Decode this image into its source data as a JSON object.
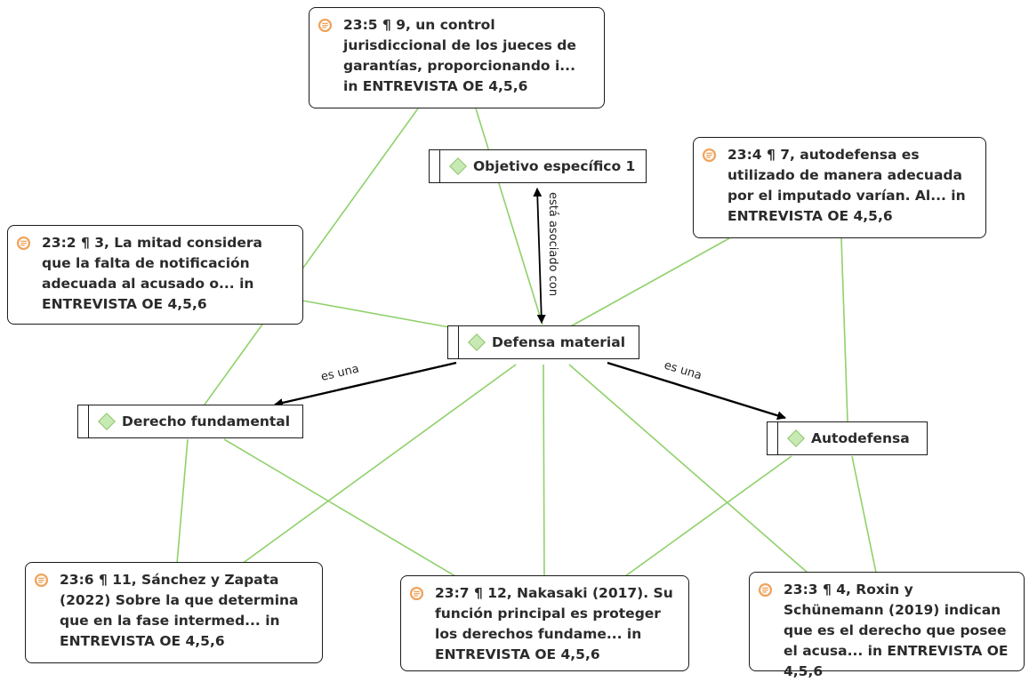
{
  "codes": {
    "objetivo": "Objetivo específico 1",
    "defensa": "Defensa material",
    "derecho": "Derecho fundamental",
    "autodefensa": "Autodefensa"
  },
  "quotes": {
    "q235": "23:5 ¶ 9, un control jurisdiccional de los jueces de garantías, proporcionando i... in ENTREVISTA OE 4,5,6",
    "q234": "23:4 ¶ 7, autodefensa es utilizado de manera adecuada por el imputado varían. Al... in ENTREVISTA OE 4,5,6",
    "q232": "23:2 ¶ 3, La mitad considera que la falta de notificación adecuada al acusado o... in ENTREVISTA OE 4,5,6",
    "q236": "23:6 ¶ 11, Sánchez y Zapata (2022) Sobre la que determina que en la fase intermed... in ENTREVISTA OE 4,5,6",
    "q237": "23:7 ¶ 12, Nakasaki (2017). Su función principal es proteger los derechos fundame... in ENTREVISTA OE 4,5,6",
    "q233": "23:3 ¶ 4, Roxin y Schünemann (2019) indican que es el derecho que posee el acusa... in ENTREVISTA OE 4,5,6"
  },
  "relations": {
    "asociado": "está asociado con",
    "es_una_left": "es una",
    "es_una_right": "es una"
  },
  "colors": {
    "link": "#8fd16a",
    "border": "#1a1a1a",
    "quote_icon": "#f0a35c",
    "code_icon": "#c7e9b4"
  },
  "icons": {
    "quote": "quotation-icon",
    "code": "code-diamond-icon"
  }
}
